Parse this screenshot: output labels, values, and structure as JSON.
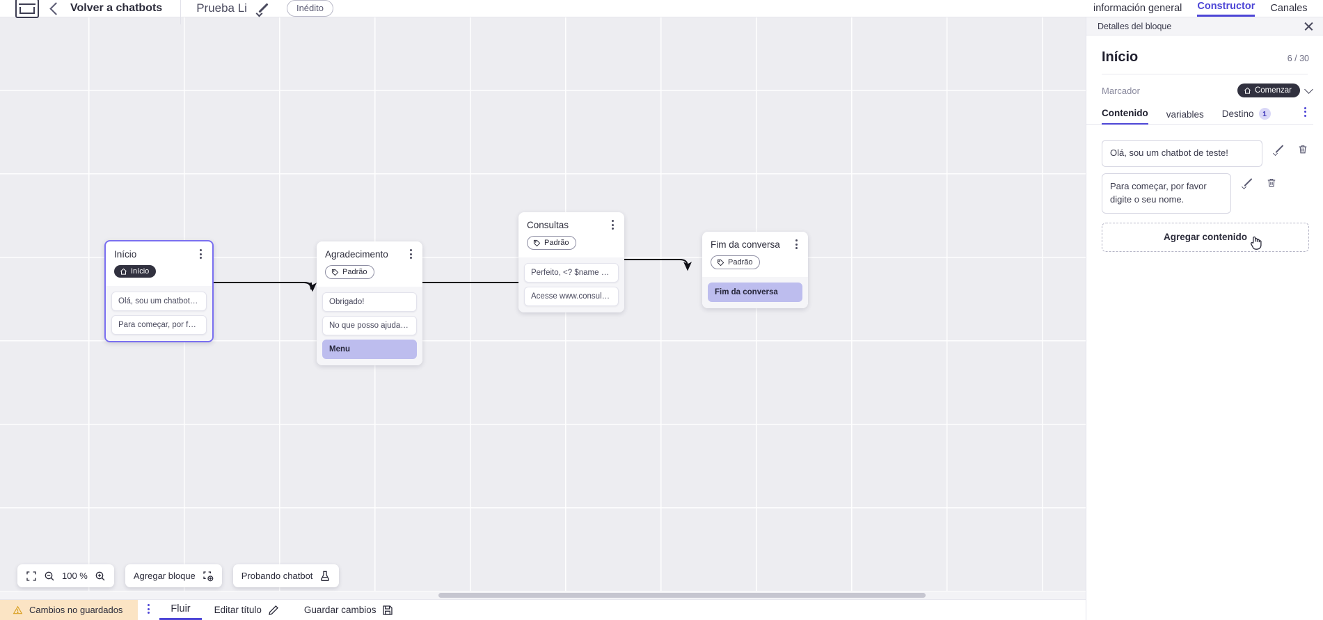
{
  "topbar": {
    "logo_icon": "app-logo-icon",
    "back_chevron_icon": "chevron-left-icon",
    "back_label": "Volver a chatbots",
    "bot_name": "Prueba Li",
    "edit_icon": "pencil-icon",
    "status_badge": "Inédito"
  },
  "right_tabs": [
    {
      "label": "información general",
      "active": false
    },
    {
      "label": "Constructor",
      "active": true
    },
    {
      "label": "Canales",
      "active": false
    }
  ],
  "canvas": {
    "nodes": [
      {
        "id": "inicio",
        "title": "Início",
        "tag": {
          "label": "Início",
          "style": "dark",
          "icon": "home-icon"
        },
        "selected": true,
        "kebab_icon": "kebab-menu-icon",
        "messages": [
          {
            "text": "Olá, sou um chatbot de teste!",
            "highlight": false
          },
          {
            "text": "Para começar, por favor digite o ...",
            "highlight": false
          }
        ]
      },
      {
        "id": "agradecimento",
        "title": "Agradecimento",
        "tag": {
          "label": "Padrão",
          "style": "outline",
          "icon": "tag-icon"
        },
        "selected": false,
        "kebab_icon": "kebab-menu-icon",
        "messages": [
          {
            "text": "Obrigado!",
            "highlight": false
          },
          {
            "text": "No que posso ajudar, <? $name ...",
            "highlight": false
          },
          {
            "text": "Menu",
            "highlight": true
          }
        ]
      },
      {
        "id": "consultas",
        "title": "Consultas",
        "tag": {
          "label": "Padrão",
          "style": "outline",
          "icon": "tag-icon"
        },
        "selected": false,
        "kebab_icon": "kebab-menu-icon",
        "messages": [
          {
            "text": "Perfeito, <? $name ?>!",
            "highlight": false
          },
          {
            "text": "Acesse www.consultas.com par...",
            "highlight": false
          }
        ]
      },
      {
        "id": "fim",
        "title": "Fim da conversa",
        "tag": {
          "label": "Padrão",
          "style": "outline",
          "icon": "tag-icon"
        },
        "selected": false,
        "kebab_icon": "kebab-menu-icon",
        "messages": [
          {
            "text": "Fim da conversa",
            "highlight": true
          }
        ]
      }
    ]
  },
  "floatbar": {
    "fit_icon": "fit-screen-icon",
    "zoom_out_icon": "zoom-out-icon",
    "zoom_level": "100 %",
    "zoom_in_icon": "zoom-in-icon",
    "add_block_label": "Agregar bloque",
    "add_block_icon": "add-block-icon",
    "test_chatbot_label": "Probando chatbot",
    "test_chatbot_icon": "flask-icon"
  },
  "statusbar": {
    "warning_icon": "warning-triangle-icon",
    "unsaved_label": "Cambios no guardados",
    "kebab_icon": "kebab-menu-icon",
    "flow_tab": "Fluir",
    "edit_title_label": "Editar título",
    "edit_title_icon": "pencil-icon",
    "save_label": "Guardar cambios",
    "save_icon": "save-disk-icon"
  },
  "panel": {
    "header_title": "Detalles del bloque",
    "close_icon": "close-icon",
    "block_title": "Início",
    "block_count": "6 / 30",
    "marker_label": "Marcador",
    "marker_badge": {
      "label": "Comenzar",
      "icon": "home-icon"
    },
    "marker_chevron_icon": "chevron-down-icon",
    "tabs": [
      {
        "label": "Contenido",
        "active": true,
        "count": null
      },
      {
        "label": "variables",
        "active": false,
        "count": null
      },
      {
        "label": "Destino",
        "active": false,
        "count": "1"
      }
    ],
    "tabs_kebab_icon": "kebab-menu-icon",
    "contents": [
      {
        "text": "Olá, sou um chatbot de teste!",
        "edit_icon": "pencil-icon",
        "delete_icon": "trash-icon"
      },
      {
        "text": "Para começar, por favor digite o seu nome.",
        "edit_icon": "pencil-icon",
        "delete_icon": "trash-icon"
      }
    ],
    "add_content_label": "Agregar contenido"
  },
  "colors": {
    "accent": "#4d46d6",
    "selected_border": "#7a6ff0",
    "highlight_msg": "#bdbdee",
    "unsaved_bg": "#fbe4c4",
    "canvas_bg": "#ededf1",
    "dark_tag": "#31313f"
  }
}
